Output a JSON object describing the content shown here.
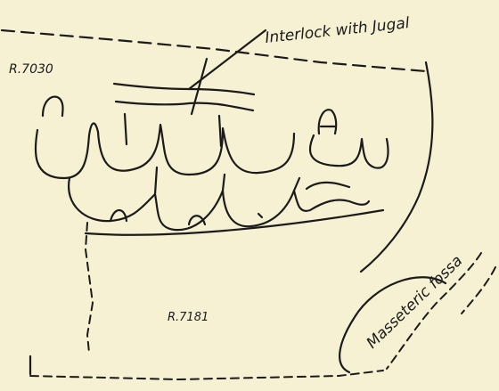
{
  "labels": {
    "interlock": "Interlock with Jugal",
    "specimen_upper": "R.7030",
    "specimen_lower": "R.7181",
    "fossa": "Masseteric fossa"
  },
  "colors": {
    "paper": "#f6f1d3",
    "ink": "#1b1b1b"
  }
}
